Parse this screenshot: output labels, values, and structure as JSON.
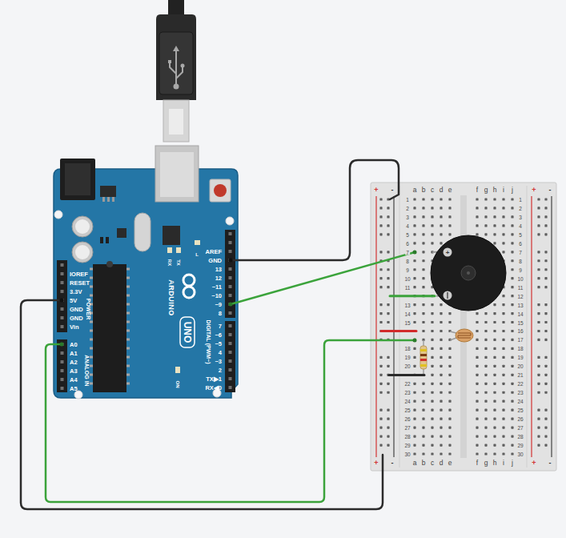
{
  "diagram": {
    "labels": [
      "AREF",
      "GND",
      "13",
      "12",
      "~11",
      "~10",
      "~9",
      "8",
      "7",
      "~6",
      "~5",
      "4",
      "~3",
      "2",
      "TX▶1",
      "RX◀0",
      "DIGITAL (PWM~)",
      "IOREF",
      "RESET",
      "3.3V",
      "5V",
      "GND",
      "GND",
      "Vin",
      "POWER",
      "A0",
      "A1",
      "A2",
      "A3",
      "A4",
      "A5",
      "ANALOG IN",
      "ARDUINO",
      "UNO",
      "L",
      "RX",
      "TX",
      "ON",
      "+",
      "-",
      "a",
      "b",
      "c",
      "d",
      "e",
      "f",
      "g",
      "h",
      "i",
      "j",
      "+",
      "-",
      "1",
      "1",
      "2",
      "2",
      "3",
      "3",
      "4",
      "4",
      "5",
      "5",
      "6",
      "6",
      "7",
      "7",
      "8",
      "8",
      "9",
      "9",
      "10",
      "10",
      "11",
      "11",
      "12",
      "13",
      "13",
      "14",
      "14",
      "15",
      "15",
      "16",
      "17",
      "18",
      "18",
      "19",
      "19",
      "20",
      "20",
      "21",
      "22",
      "22",
      "23",
      "23",
      "24",
      "24",
      "25",
      "25",
      "26",
      "26",
      "27",
      "27",
      "28",
      "28",
      "29",
      "29",
      "30",
      "30",
      "+",
      "-",
      "a",
      "b",
      "c",
      "d",
      "e",
      "f",
      "g",
      "h",
      "i",
      "j",
      "+",
      "-",
      "+"
    ]
  }
}
